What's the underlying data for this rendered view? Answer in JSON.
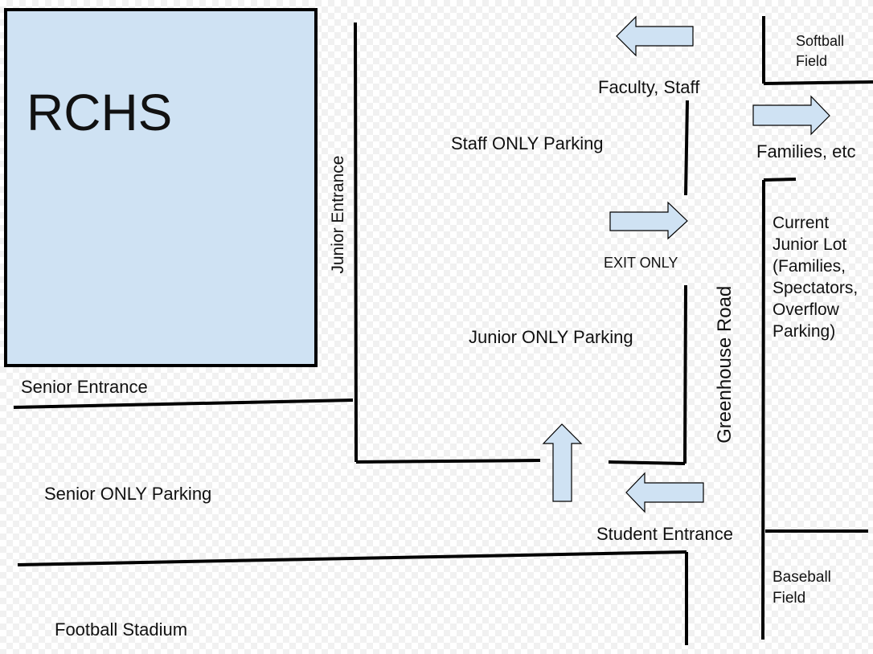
{
  "school": {
    "name": "RCHS",
    "fill": "#cfe2f3"
  },
  "roads": {
    "greenhouse": "Greenhouse Road"
  },
  "entrances": {
    "junior": "Junior Entrance",
    "senior": "Senior Entrance",
    "student": "Student Entrance"
  },
  "lots": {
    "staff_only": "Staff ONLY Parking",
    "junior_only": "Junior ONLY Parking",
    "senior_only": "Senior ONLY Parking",
    "current_junior": "Current\nJunior Lot\n(Families,\nSpectators,\nOverflow\nParking)"
  },
  "directions": {
    "faculty_staff": "Faculty, Staff",
    "families_etc": "Families, etc",
    "exit_only": "EXIT ONLY"
  },
  "fields": {
    "softball": "Softball\nField",
    "baseball": "Baseball\nField",
    "football": "Football Stadium"
  },
  "arrows": [
    {
      "id": "faculty-staff-arrow",
      "direction": "left"
    },
    {
      "id": "families-arrow",
      "direction": "right"
    },
    {
      "id": "exit-only-arrow",
      "direction": "right"
    },
    {
      "id": "student-entrance-up-arrow",
      "direction": "up"
    },
    {
      "id": "student-entrance-left-arrow",
      "direction": "left"
    }
  ],
  "colors": {
    "arrow_fill": "#cfe2f3",
    "line": "#000000"
  }
}
